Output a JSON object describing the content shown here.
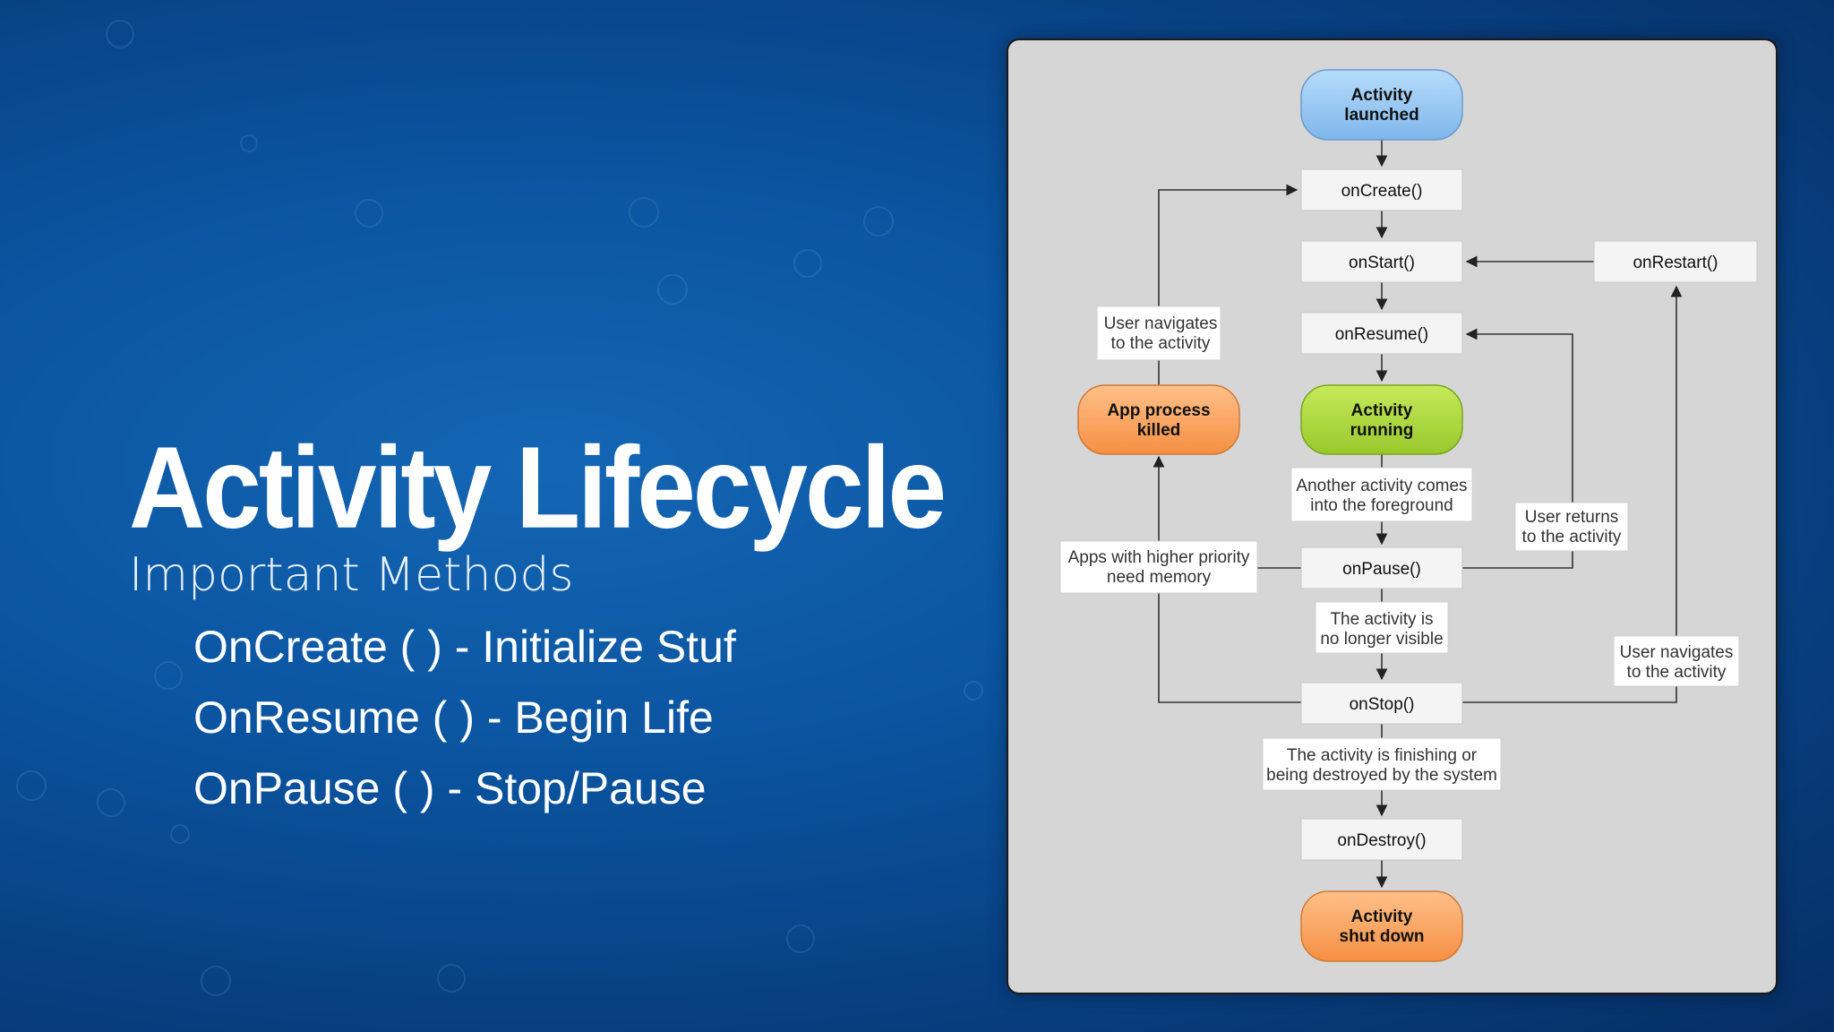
{
  "slide": {
    "title": "Activity Lifecycle",
    "subtitle": "Important Methods",
    "methods": [
      "OnCreate ( ) - Initialize Stuf",
      "OnResume ( ) - Begin Life",
      "OnPause ( ) - Stop/Pause"
    ]
  },
  "diagram": {
    "states": {
      "launched": [
        "Activity",
        "launched"
      ],
      "running": [
        "Activity",
        "running"
      ],
      "killed": [
        "App process",
        "killed"
      ],
      "shutdown": [
        "Activity",
        "shut down"
      ]
    },
    "callbacks": {
      "onCreate": "onCreate()",
      "onStart": "onStart()",
      "onResume": "onResume()",
      "onPause": "onPause()",
      "onStop": "onStop()",
      "onDestroy": "onDestroy()",
      "onRestart": "onRestart()"
    },
    "notes": {
      "user_navigates_left": [
        "User navigates",
        "to the activity"
      ],
      "another_activity": [
        "Another activity comes",
        "into the foreground"
      ],
      "user_returns": [
        "User returns",
        "to the activity"
      ],
      "higher_priority": [
        "Apps with higher priority",
        "need memory"
      ],
      "no_longer_visible": [
        "The activity is",
        "no longer visible"
      ],
      "user_navigates_right": [
        "User navigates",
        "to the activity"
      ],
      "finishing": [
        "The activity is finishing or",
        "being destroyed by the system"
      ]
    },
    "colors": {
      "launched": "#8ec3f0",
      "running": "#a6d43a",
      "killed_shutdown": "#f9a05a",
      "panel": "#d6d6d6"
    }
  }
}
